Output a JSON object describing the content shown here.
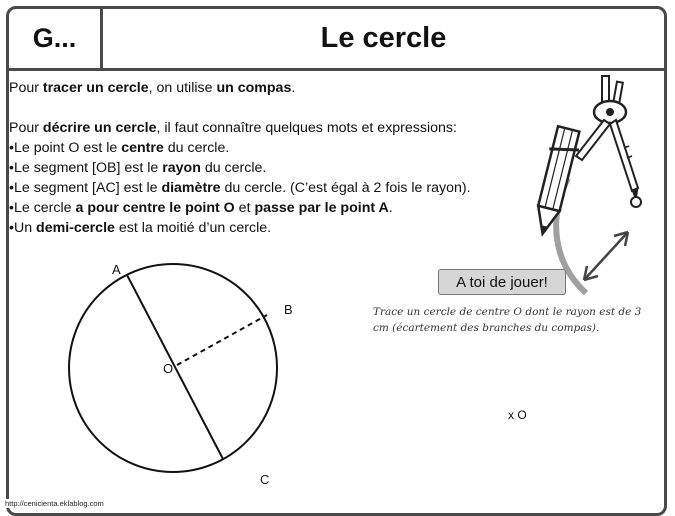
{
  "header": {
    "level": "G...",
    "title": "Le cercle"
  },
  "intro": {
    "before": "Pour ",
    "bold1": "tracer un cercle",
    "mid": ", on utilise ",
    "bold2": "un compas",
    "after": "."
  },
  "describe": {
    "before": "Pour ",
    "bold": "décrire un cercle",
    "after": ", il faut connaître quelques mots et expressions:"
  },
  "lines": [
    {
      "a": "•Le point O est le ",
      "b": "centre",
      "c": " du cercle.",
      "d": "",
      "e": ""
    },
    {
      "a": "•Le segment [OB] est le ",
      "b": "rayon",
      "c": " du cercle.",
      "d": "",
      "e": ""
    },
    {
      "a": "•Le segment [AC] est le ",
      "b": "diamètre",
      "c": " du cercle. (C’est égal à 2 fois le rayon).",
      "d": "",
      "e": ""
    },
    {
      "a": "•Le cercle ",
      "b": "a pour centre le point O",
      "c": " et ",
      "d": "passe par le point A",
      "e": "."
    },
    {
      "a": "•Un ",
      "b": "demi-cercle",
      "c": " est la moitié d’un cercle.",
      "d": "",
      "e": ""
    }
  ],
  "figure": {
    "label_a": "A",
    "label_b": "B",
    "label_c": "C",
    "label_o": "O"
  },
  "exercise": {
    "button": "A toi de jouer!",
    "instruction": "Trace un cercle de centre O dont le rayon est de 3 cm (écartement des branches du compas).",
    "point": "x O"
  },
  "footer": {
    "url": "http://cenicienta.eklablog.com"
  },
  "icons": [
    "compass-icon",
    "double-arrow-icon"
  ]
}
